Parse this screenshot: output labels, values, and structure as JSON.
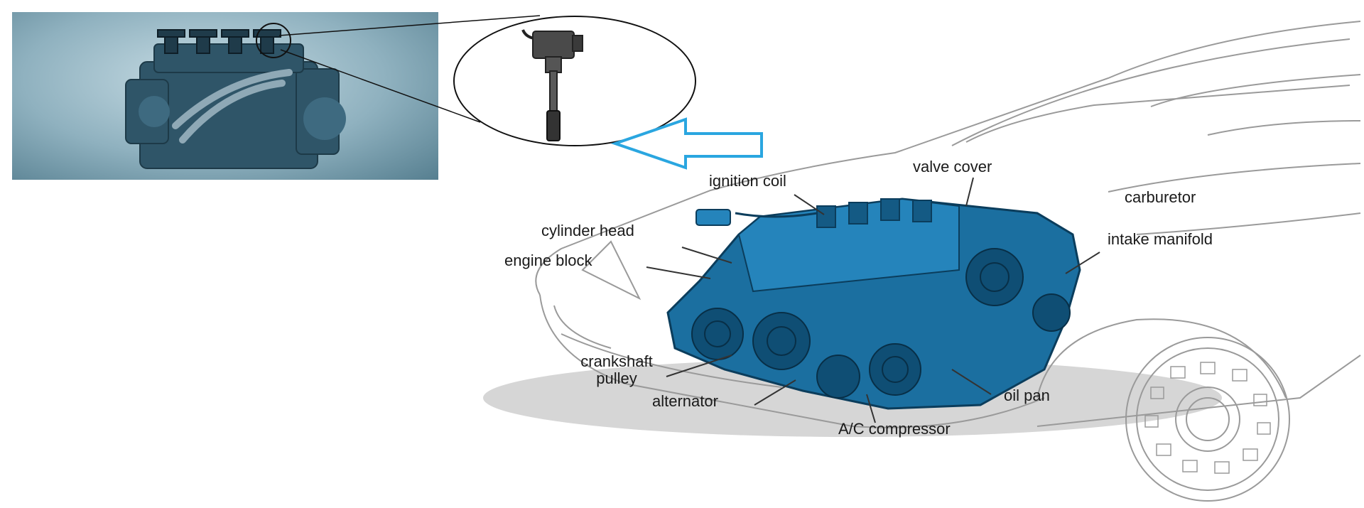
{
  "diagram": {
    "accent_color": "#1b6fa0",
    "arrow_color": "#2aa6e0",
    "labels": {
      "ignition_coil": "ignition coil",
      "valve_cover": "valve cover",
      "carburetor": "carburetor",
      "cylinder_head": "cylinder head",
      "intake_manifold": "intake manifold",
      "engine_block": "engine block",
      "crankshaft_pulley_line1": "crankshaft",
      "crankshaft_pulley_line2": "pulley",
      "oil_pan": "oil pan",
      "alternator": "alternator",
      "ac_compressor": "A/C compressor"
    }
  }
}
